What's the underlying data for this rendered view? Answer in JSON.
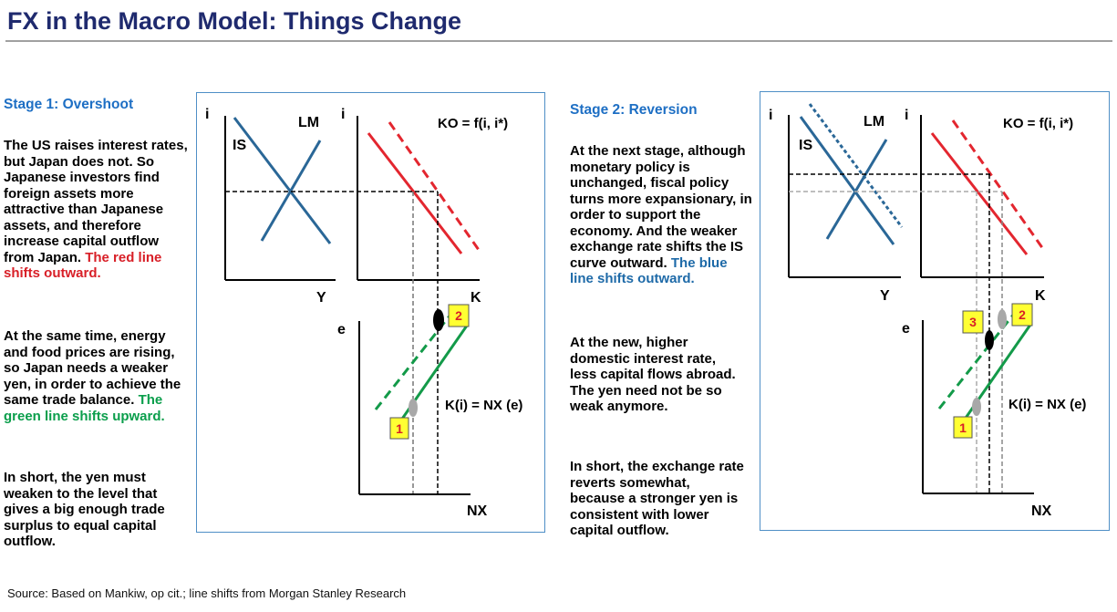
{
  "title": "FX in the Macro Model:  Things Change",
  "source": "Source:  Based on Mankiw, op cit.; line shifts from Morgan Stanley Research",
  "stage1": {
    "heading": "Stage 1:  Overshoot",
    "p1_text": "The US raises interest rates, but Japan does not. So Japanese investors find foreign assets more attractive than Japanese assets, and therefore increase capital outflow from Japan.",
    "p1_highlight": "The red line shifts outward.",
    "p2_text": "At the same time, energy and food prices are rising, so Japan needs a weaker yen, in order to achieve the same trade balance.",
    "p2_highlight": "The green line shifts upward.",
    "p3_text": "In short, the yen must weaken to the level that gives a big enough trade surplus to equal capital outflow."
  },
  "stage2": {
    "heading": "Stage 2: Reversion",
    "p1_text": "At the next stage, although monetary policy is unchanged, fiscal policy turns more expansionary, in order to support the economy. And the weaker exchange rate shifts the IS curve outward.",
    "p1_highlight": "The blue line shifts outward.",
    "p2_text": "At the new, higher domestic interest rate, less capital flows abroad. The yen need not be so weak anymore.",
    "p2_text_extra": "",
    "p3_text": "In short, the exchange rate reverts somewhat, because a stronger yen is consistent with lower capital outflow."
  },
  "diagram": {
    "axis_i": "i",
    "axis_y": "Y",
    "axis_k": "K",
    "axis_e": "e",
    "axis_nx": "NX",
    "label_lm": "LM",
    "label_is": "IS",
    "label_ko": "KO = f(i, i*)",
    "label_k_nx": "K(i) = NX (e)",
    "point_1": "1",
    "point_2": "2",
    "point_3": "3"
  },
  "colors": {
    "title": "#1f2a6e",
    "heading": "#1e6fc4",
    "red_line": "#e3262f",
    "green_line": "#139a49",
    "blue_line": "#2a6797",
    "panel_border": "#4f8fc6",
    "marker_box": "#ffff33"
  }
}
